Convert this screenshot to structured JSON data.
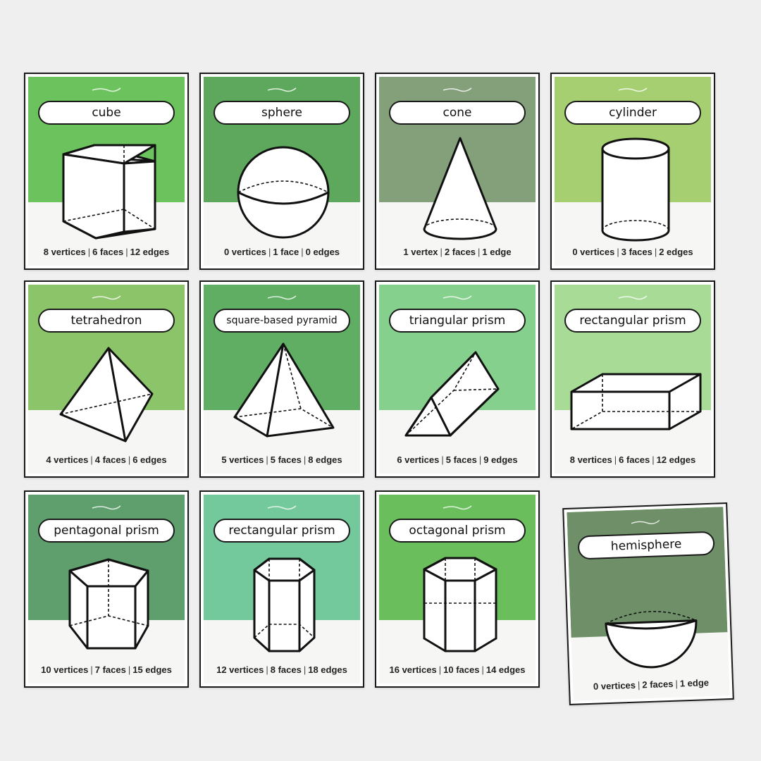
{
  "cards": [
    {
      "title": "cube",
      "vertices": "8 vertices",
      "faces": "6 faces",
      "edges": "12 edges",
      "color": "#6cc35e"
    },
    {
      "title": "sphere",
      "vertices": "0 vertices",
      "faces": "1 face",
      "edges": "0 edges",
      "color": "#5ea85e"
    },
    {
      "title": "cone",
      "vertices": "1 vertex",
      "faces": "2 faces",
      "edges": "1 edge",
      "color": "#83a07a"
    },
    {
      "title": "cylinder",
      "vertices": "0 vertices",
      "faces": "3 faces",
      "edges": "2 edges",
      "color": "#a6cf72"
    },
    {
      "title": "tetrahedron",
      "vertices": "4 vertices",
      "faces": "4 faces",
      "edges": "6 edges",
      "color": "#8cc46a"
    },
    {
      "title": "square-based pyramid",
      "vertices": "5 vertices",
      "faces": "5 faces",
      "edges": "8 edges",
      "color": "#5fae63"
    },
    {
      "title": "triangular prism",
      "vertices": "6 vertices",
      "faces": "5 faces",
      "edges": "9 edges",
      "color": "#86d08e"
    },
    {
      "title": "rectangular prism",
      "vertices": "8 vertices",
      "faces": "6 faces",
      "edges": "12 edges",
      "color": "#a8dc96"
    },
    {
      "title": "pentagonal prism",
      "vertices": "10 vertices",
      "faces": "7 faces",
      "edges": "15 edges",
      "color": "#5f9f6d"
    },
    {
      "title": "rectangular prism",
      "vertices": "12 vertices",
      "faces": "8 faces",
      "edges": "18 edges",
      "color": "#74c99c"
    },
    {
      "title": "octagonal prism",
      "vertices": "16 vertices",
      "faces": "10 faces",
      "edges": "14 edges",
      "color": "#6abf5c"
    },
    {
      "title": "hemisphere",
      "vertices": "0 vertices",
      "faces": "2 faces",
      "edges": "1 edge",
      "color": "#6e8f68"
    }
  ]
}
